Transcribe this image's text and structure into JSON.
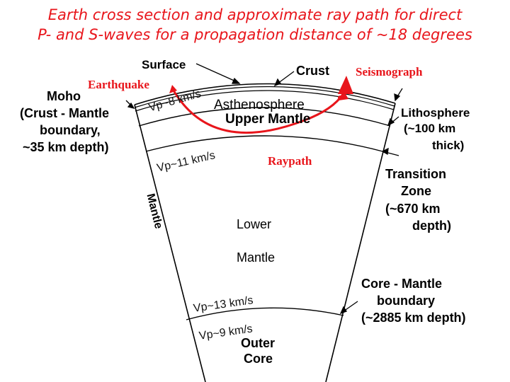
{
  "title": {
    "line1": "Earth cross section and approximate ray path for direct",
    "line2": "P- and S-waves for a propagation distance of ~18 degrees"
  },
  "labels": {
    "surface": "Surface",
    "crust": "Crust",
    "seismograph": "Seismograph",
    "earthquake": "Earthquake",
    "moho": "Moho",
    "moho_desc_1": "(Crust - Mantle",
    "moho_desc_2": "boundary,",
    "moho_desc_3": "~35 km depth)",
    "asthenosphere": "Asthenosphere",
    "upper_mantle": "Upper Mantle",
    "lithosphere": "Lithosphere",
    "lithosphere_desc_1": "(~100 km",
    "lithosphere_desc_2": "thick)",
    "raypath": "Raypath",
    "transition_1": "Transition",
    "transition_2": "Zone",
    "transition_3": "(~670 km",
    "transition_4": "depth)",
    "mantle": "Mantle",
    "lower_mantle_1": "Lower",
    "lower_mantle_2": "Mantle",
    "cmb_1": "Core - Mantle",
    "cmb_2": "boundary",
    "cmb_3": "(~2885 km depth)",
    "outer_core_1": "Outer",
    "outer_core_2": "Core"
  },
  "velocities": {
    "upper": "Vp~8 km/s",
    "transition": "Vp~11 km/s",
    "lower": "Vp~13 km/s",
    "core": "Vp~9 km/s"
  },
  "colors": {
    "title": "#e8151b",
    "raypath": "#e8151b",
    "lines": "#000000"
  }
}
